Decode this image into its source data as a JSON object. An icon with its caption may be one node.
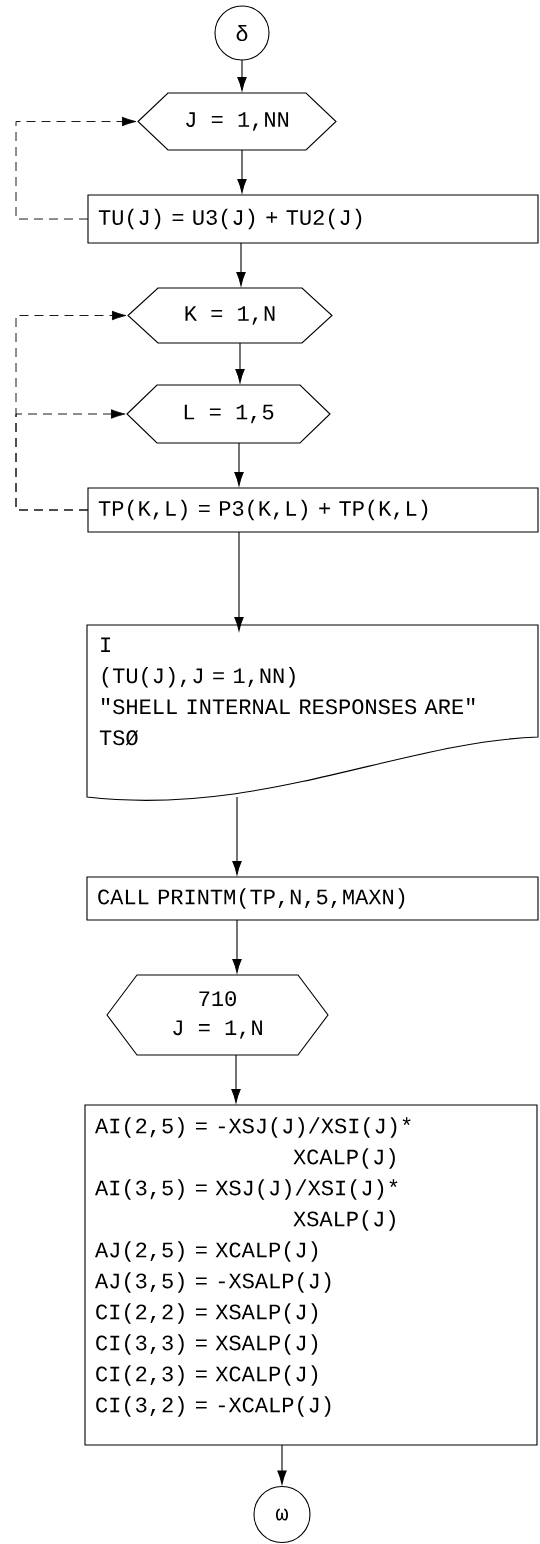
{
  "diagram": {
    "nodes": [
      {
        "text": [
          "δ"
        ]
      },
      {
        "text": [
          "J = 1,NN"
        ]
      },
      {
        "text": [
          "TU(J) = U3(J) + TU2(J)"
        ]
      },
      {
        "text": [
          "K = 1,N"
        ]
      },
      {
        "text": [
          "L = 1,5"
        ]
      },
      {
        "text": [
          "TP(K,L) = P3(K,L) + TP(K,L)"
        ]
      },
      {
        "text": [
          "I",
          "(TU(J),J = 1,NN)",
          "\"SHELL INTERNAL RESPONSES ARE\"",
          "TSØ"
        ]
      },
      {
        "text": [
          "CALL PRINTM(TP,N,5,MAXN)"
        ]
      },
      {
        "text": [
          "710",
          "J = 1,N"
        ]
      },
      {
        "text": [
          "AI(2,5) = -XSJ(J)/XSI(J)* XCALP(J)",
          "AI(3,5) = XSJ(J)/XSI(J)* XSALP(J)",
          "AJ(2,5) = XCALP(J)",
          "AJ(3,5) = -XSALP(J)",
          "CI(2,2) = XSALP(J)",
          "CI(3,3) = XSALP(J)",
          "CI(2,3) = XCALP(J)",
          "CI(3,2) = -XCALP(J)"
        ]
      },
      {
        "text": [
          "ω"
        ]
      }
    ],
    "edges": [
      {
        "from": 0,
        "to": 1,
        "arrow": "to"
      },
      {
        "from": 1,
        "to": 2,
        "arrow": "to"
      },
      {
        "from": 2,
        "to": 3,
        "arrow": "to"
      },
      {
        "from": 3,
        "to": 4,
        "arrow": "to"
      },
      {
        "from": 4,
        "to": 5,
        "arrow": "to"
      },
      {
        "from": 5,
        "to": 6,
        "arrow": "to"
      },
      {
        "from": 6,
        "to": 7,
        "arrow": "to"
      },
      {
        "from": 7,
        "to": 8,
        "arrow": "to"
      },
      {
        "from": 8,
        "to": 9,
        "arrow": "to"
      },
      {
        "from": 9,
        "to": 10,
        "arrow": "to"
      },
      {
        "from": 2,
        "to": 1,
        "arrow": "to",
        "style": "dashed"
      },
      {
        "from": 5,
        "to": 3,
        "arrow": "to",
        "style": "dashed"
      },
      {
        "from": 5,
        "to": 4,
        "arrow": "to",
        "style": "dashed"
      }
    ]
  }
}
